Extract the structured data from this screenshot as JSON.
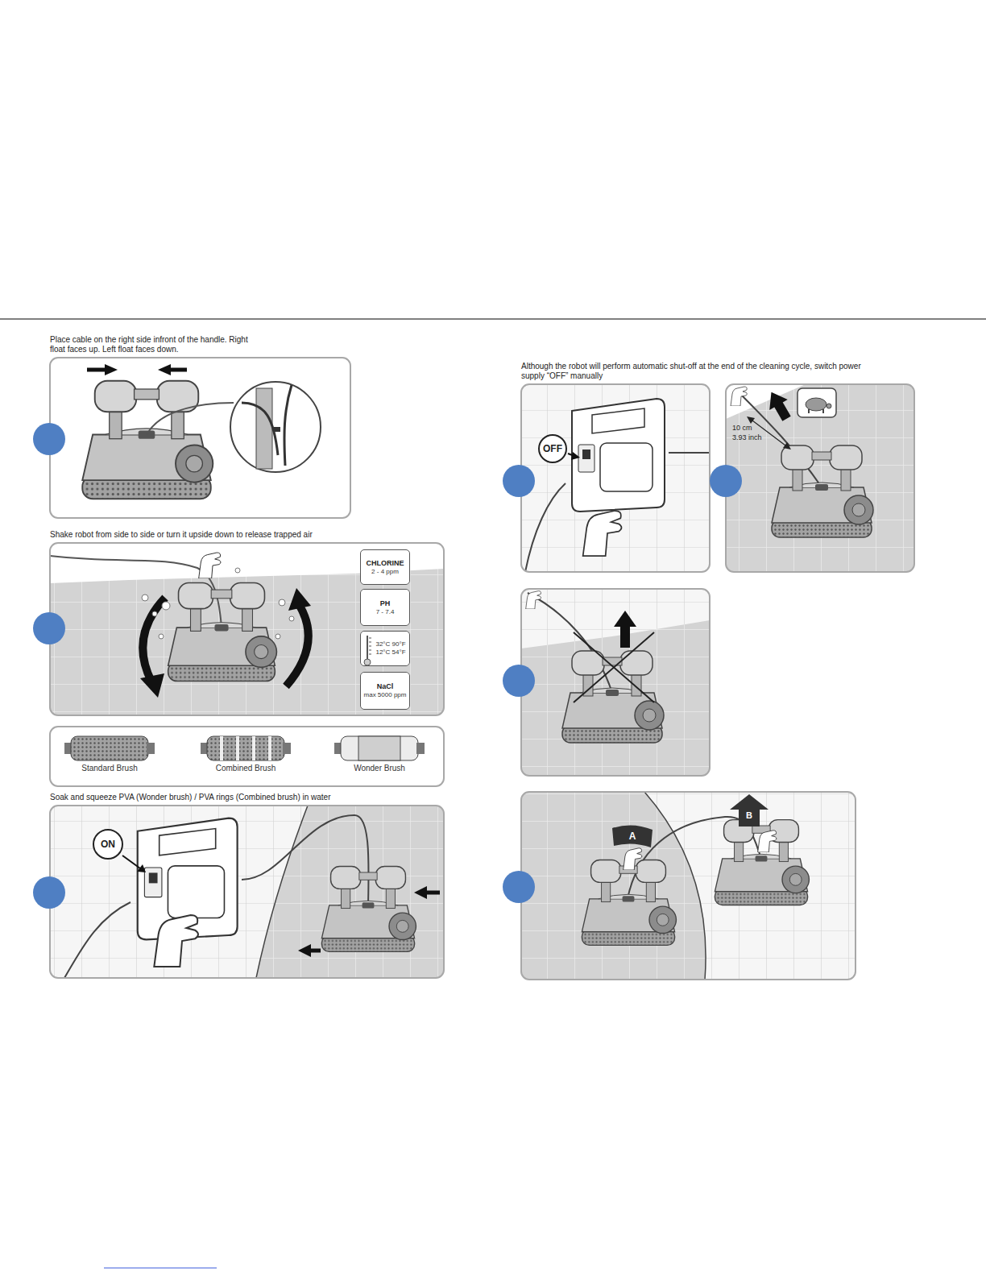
{
  "diagram": {
    "nodes": [
      {
        "text": [
          "Place cable on the right side infront of the handle. Right float faces up. Left float faces down."
        ]
      },
      {
        "text": [
          "Shake robot from side to side or turn it upside down to release trapped air"
        ]
      },
      {
        "text": [
          "CHLORINE",
          "2 - 4 ppm"
        ],
        "in": 1
      },
      {
        "text": [
          "PH",
          "7 - 7.4"
        ],
        "in": 1
      },
      {
        "text": [
          "32°C 90°F",
          "12°C 54°F"
        ],
        "in": 1
      },
      {
        "text": [
          "NaCl",
          "max 5000 ppm"
        ],
        "in": 1
      },
      {
        "text": [
          "Standard Brush",
          "Combined Brush",
          "Wonder Brush"
        ]
      },
      {
        "text": [
          "Soak and squeeze PVA (Wonder brush) / PVA rings (Combined brush) in water"
        ]
      },
      {
        "text": [
          "ON"
        ],
        "in": 7
      },
      {
        "text": [
          "Although the robot will perform automatic shut-off at the end of the cleaning cycle, switch power supply “OFF” manually"
        ]
      },
      {
        "text": [
          "OFF"
        ],
        "in": 9
      }
    ],
    "labels": [
      "10 cm",
      "3.93 inch",
      "A",
      "B"
    ]
  }
}
